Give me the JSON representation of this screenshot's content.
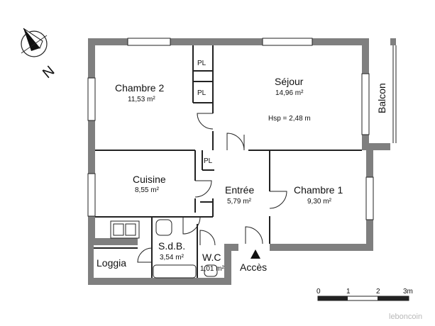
{
  "plan": {
    "rooms": {
      "chambre2": {
        "name": "Chambre 2",
        "area": "11,53 m²"
      },
      "sejour": {
        "name": "Séjour",
        "area": "14,96 m²",
        "hsp": "Hsp = 2,48 m"
      },
      "balcon": {
        "name": "Balcon"
      },
      "cuisine": {
        "name": "Cuisine",
        "area": "8,55 m²"
      },
      "entree": {
        "name": "Entrée",
        "area": "5,79 m²"
      },
      "chambre1": {
        "name": "Chambre 1",
        "area": "9,30 m²"
      },
      "sdb": {
        "name": "S.d.B.",
        "area": "3,54 m²"
      },
      "wc": {
        "name": "W.C",
        "area": "1,01 m²"
      },
      "loggia": {
        "name": "Loggia"
      }
    },
    "placards": {
      "pl1": "PL",
      "pl2": "PL",
      "pl3": "PL"
    },
    "access": "Accès",
    "compass": "N",
    "scale": {
      "t0": "0",
      "t1": "1",
      "t2": "2",
      "t3": "3m"
    },
    "watermark": "leboncoin"
  },
  "colors": {
    "wall": "#7f7f7f",
    "line": "#222222"
  }
}
